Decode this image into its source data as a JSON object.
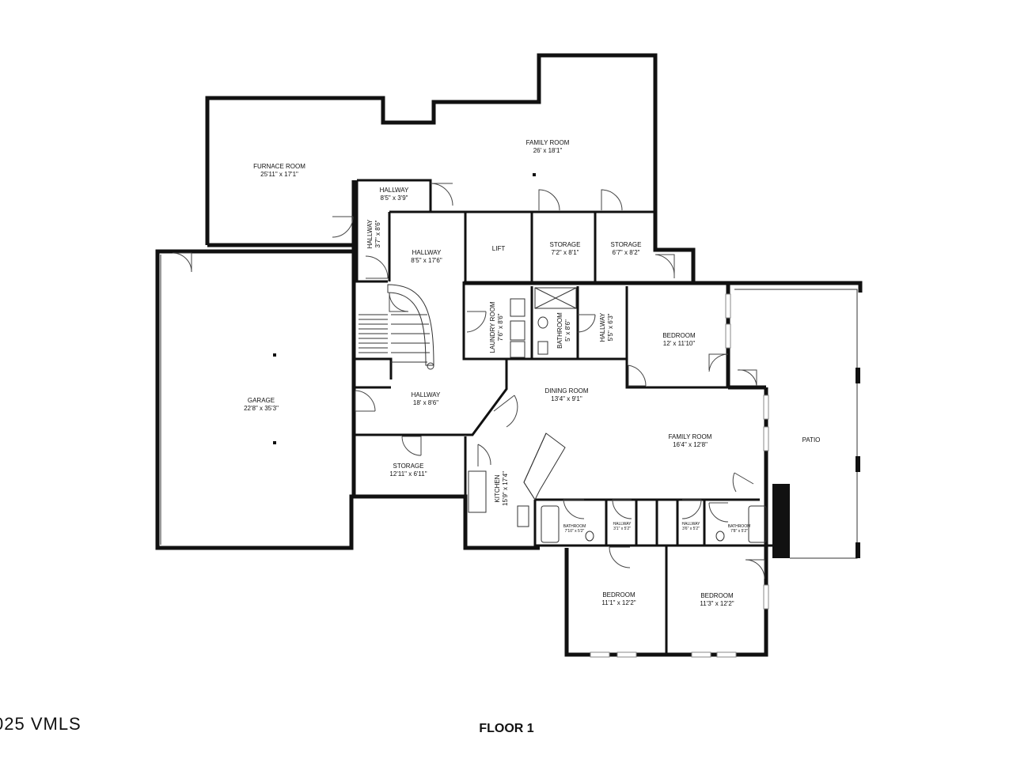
{
  "floor_title": "FLOOR 1",
  "copyright": "025 VMLS",
  "rooms": [
    {
      "id": "furnace-room",
      "name": "FURNACE ROOM",
      "dims": "25'11\" x 17'1\""
    },
    {
      "id": "family-room-top",
      "name": "FAMILY ROOM",
      "dims": "26' x 18'1\""
    },
    {
      "id": "hallway-top",
      "name": "HALLWAY",
      "dims": "8'5\" x 3'9\""
    },
    {
      "id": "hallway-vert",
      "name": "HALLWAY",
      "dims": "3'7\" x 8'6\""
    },
    {
      "id": "hallway-mid",
      "name": "HALLWAY",
      "dims": "8'5\" x 17'6\""
    },
    {
      "id": "lift",
      "name": "LIFT",
      "dims": ""
    },
    {
      "id": "storage-1",
      "name": "STORAGE",
      "dims": "7'2\" x 8'1\""
    },
    {
      "id": "storage-2",
      "name": "STORAGE",
      "dims": "6'7\" x 8'2\""
    },
    {
      "id": "garage",
      "name": "GARAGE",
      "dims": "22'8\" x 35'3\""
    },
    {
      "id": "laundry-room",
      "name": "LAUNDRY ROOM",
      "dims": "7'6\" x 8'6\""
    },
    {
      "id": "bathroom-1",
      "name": "BATHROOM",
      "dims": "5' x 8'6\""
    },
    {
      "id": "hallway-small",
      "name": "HALLWAY",
      "dims": "5'5\" x 6'3\""
    },
    {
      "id": "bedroom-1",
      "name": "BEDROOM",
      "dims": "12' x 11'10\""
    },
    {
      "id": "hallway-lower",
      "name": "HALLWAY",
      "dims": "18' x 8'6\""
    },
    {
      "id": "dining-room",
      "name": "DINING ROOM",
      "dims": "13'4\" x 9'1\""
    },
    {
      "id": "family-room-main",
      "name": "FAMILY ROOM",
      "dims": "16'4\" x 12'8\""
    },
    {
      "id": "patio",
      "name": "PATIO",
      "dims": ""
    },
    {
      "id": "storage-3",
      "name": "STORAGE",
      "dims": "12'11\" x 6'11\""
    },
    {
      "id": "kitchen",
      "name": "KITCHEN",
      "dims": "15'9\" x 17'4\""
    },
    {
      "id": "bathroom-2",
      "name": "BATHROOM",
      "dims": "7'10\" x 5'2\""
    },
    {
      "id": "hallway-b1",
      "name": "HALLWAY",
      "dims": "3'1\" x 5'2\""
    },
    {
      "id": "hallway-b2",
      "name": "HALLWAY",
      "dims": "3'6\" x 5'2\""
    },
    {
      "id": "bathroom-3",
      "name": "BATHROOM",
      "dims": "7'8\" x 5'2\""
    },
    {
      "id": "bedroom-2",
      "name": "BEDROOM",
      "dims": "11'1\" x 12'2\""
    },
    {
      "id": "bedroom-3",
      "name": "BEDROOM",
      "dims": "11'3\" x 12'2\""
    }
  ]
}
